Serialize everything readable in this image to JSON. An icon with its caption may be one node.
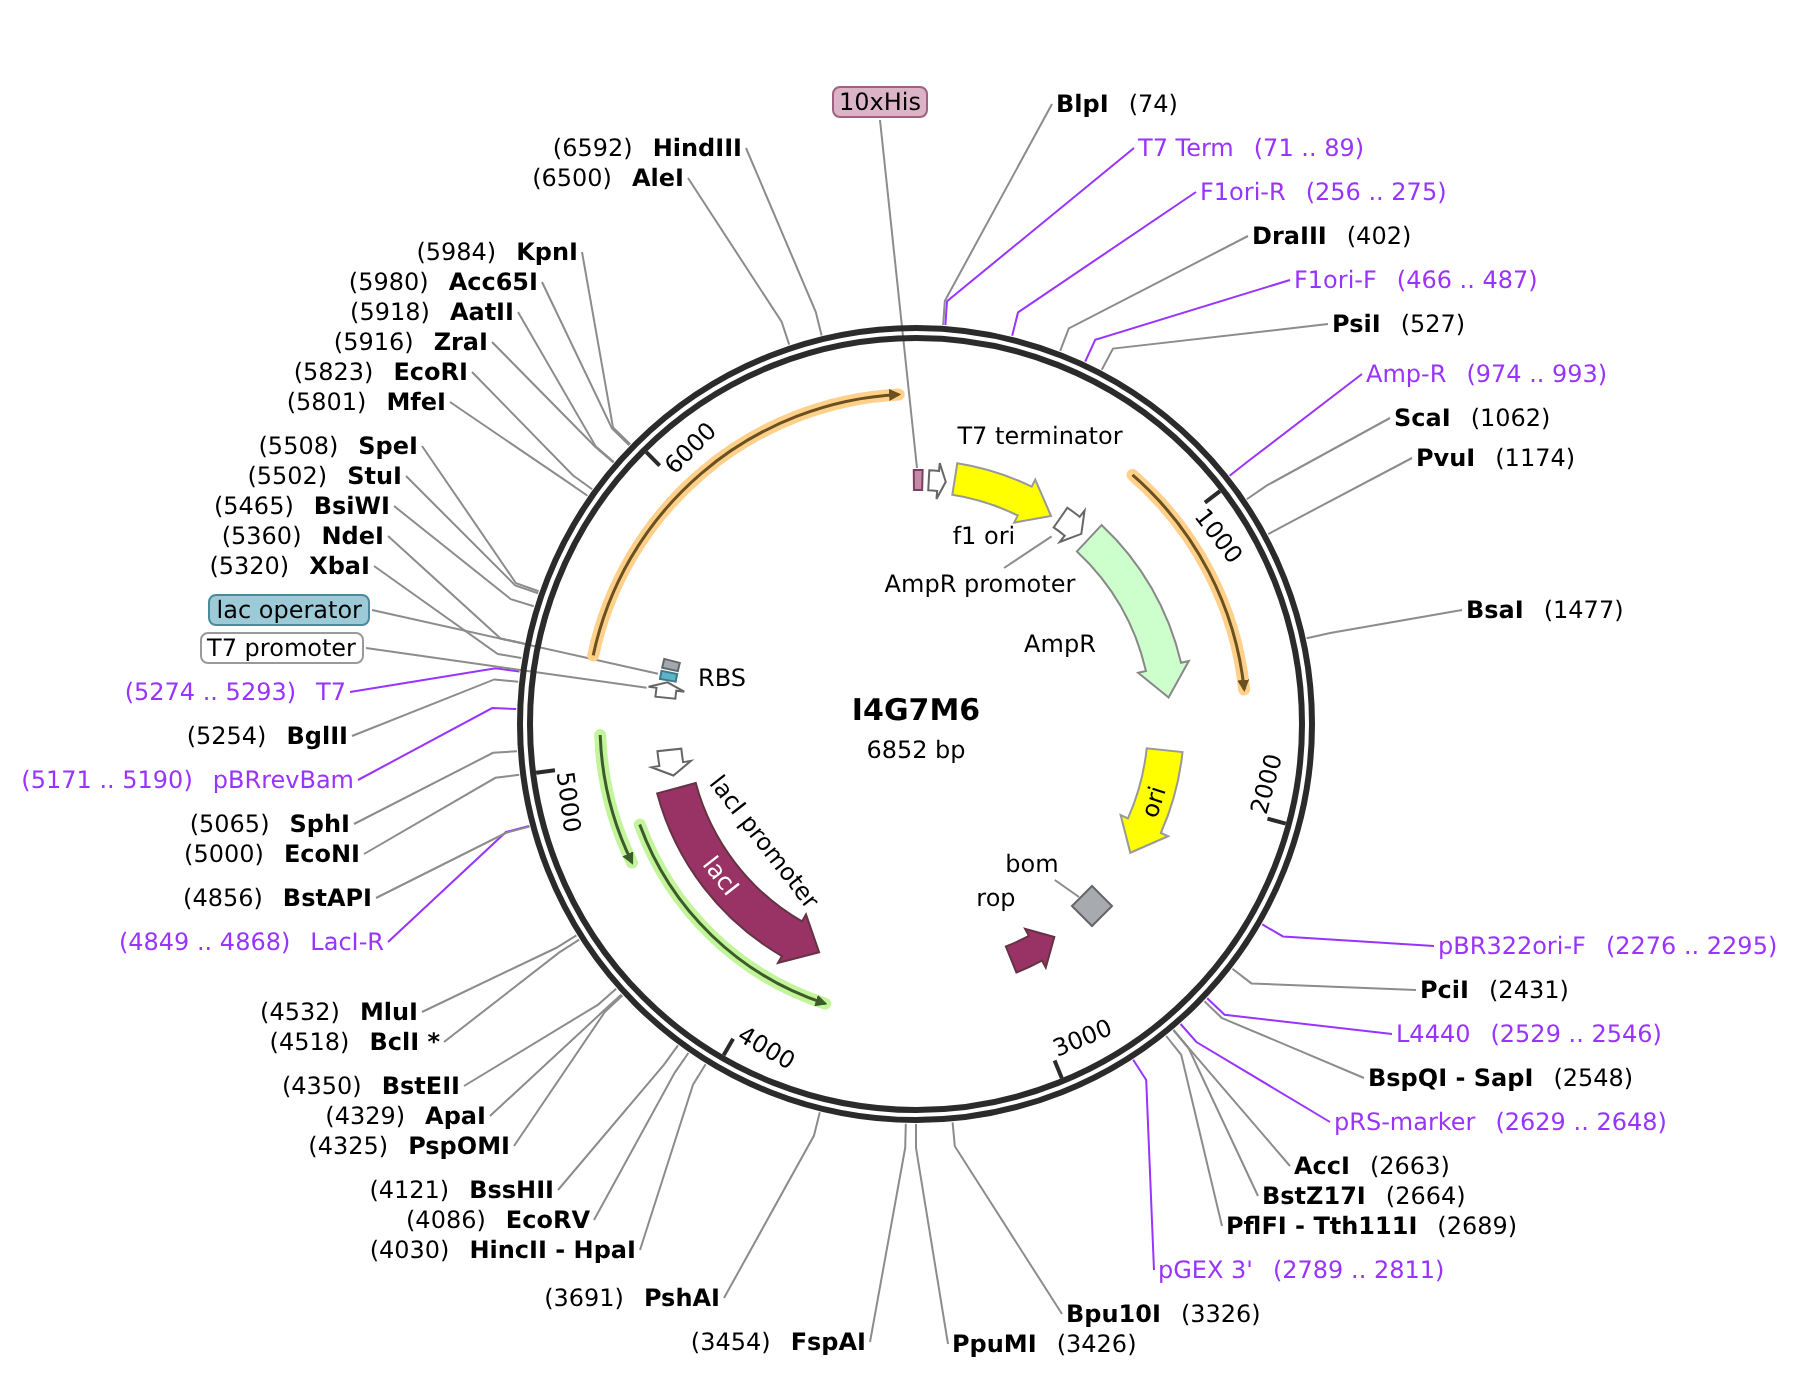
{
  "diagram": {
    "title": "I4G7M6",
    "nodes": [
      {
        "text": [],
        "shape": "circle"
      },
      {
        "text": [
          "10xHis"
        ]
      },
      {
        "text": [
          "BlpI",
          "(74)"
        ]
      },
      {
        "text": [
          "T7 Term",
          "(71 .. 89)"
        ]
      },
      {
        "text": [
          "F1ori-R",
          "(256 .. 275)"
        ]
      },
      {
        "text": [
          "DraIII",
          "(402)"
        ]
      },
      {
        "text": [
          "F1ori-F",
          "(466 .. 487)"
        ]
      },
      {
        "text": [
          "PsiI",
          "(527)"
        ]
      },
      {
        "text": [
          "Amp-R",
          "(974 .. 993)"
        ]
      },
      {
        "text": [
          "ScaI",
          "(1062)"
        ]
      },
      {
        "text": [
          "PvuI",
          "(1174)"
        ]
      },
      {
        "text": [
          "BsaI",
          "(1477)"
        ]
      },
      {
        "text": [
          "pBR322ori-F",
          "(2276 .. 2295)"
        ]
      },
      {
        "text": [
          "PciI",
          "(2431)"
        ]
      },
      {
        "text": [
          "L4440",
          "(2529 .. 2546)"
        ]
      },
      {
        "text": [
          "BspQI - SapI",
          "(2548)"
        ]
      },
      {
        "text": [
          "pRS-marker",
          "(2629 .. 2648)"
        ]
      },
      {
        "text": [
          "AccI",
          "(2663)"
        ]
      },
      {
        "text": [
          "BstZ17I",
          "(2664)"
        ]
      },
      {
        "text": [
          "PflFI - Tth111I",
          "(2689)"
        ]
      },
      {
        "text": [
          "pGEX 3'",
          "(2789 .. 2811)"
        ]
      },
      {
        "text": [
          "Bpu10I",
          "(3326)"
        ]
      },
      {
        "text": [
          "PpuMI",
          "(3426)"
        ]
      },
      {
        "text": [
          "(3454)",
          "FspAI"
        ]
      },
      {
        "text": [
          "(3691)",
          "PshAI"
        ]
      },
      {
        "text": [
          "(4030)",
          "HincII - HpaI"
        ]
      },
      {
        "text": [
          "(4086)",
          "EcoRV"
        ]
      },
      {
        "text": [
          "(4121)",
          "BssHII"
        ]
      },
      {
        "text": [
          "(4325)",
          "PspOMI"
        ]
      },
      {
        "text": [
          "(4329)",
          "ApaI"
        ]
      },
      {
        "text": [
          "(4350)",
          "BstEII"
        ]
      },
      {
        "text": [
          "(4518)",
          "BclI *"
        ]
      },
      {
        "text": [
          "(4532)",
          "MluI"
        ]
      },
      {
        "text": [
          "(4849 .. 4868)",
          "LacI-R"
        ]
      },
      {
        "text": [
          "(4856)",
          "BstAPI"
        ]
      },
      {
        "text": [
          "(5000)",
          "EcoNI"
        ]
      },
      {
        "text": [
          "(5065)",
          "SphI"
        ]
      },
      {
        "text": [
          "(5171 .. 5190)",
          "pBRrevBam"
        ]
      },
      {
        "text": [
          "(5254)",
          "BglII"
        ]
      },
      {
        "text": [
          "(5274 .. 5293)",
          "T7"
        ]
      },
      {
        "text": [
          "T7 promoter"
        ]
      },
      {
        "text": [
          "lac operator"
        ]
      },
      {
        "text": [
          "(5320)",
          "XbaI"
        ]
      },
      {
        "text": [
          "(5360)",
          "NdeI"
        ]
      },
      {
        "text": [
          "(5465)",
          "BsiWI"
        ]
      },
      {
        "text": [
          "(5502)",
          "StuI"
        ]
      },
      {
        "text": [
          "(5508)",
          "SpeI"
        ]
      },
      {
        "text": [
          "(5801)",
          "MfeI"
        ]
      },
      {
        "text": [
          "(5823)",
          "EcoRI"
        ]
      },
      {
        "text": [
          "(5916)",
          "ZraI"
        ]
      },
      {
        "text": [
          "(5918)",
          "AatII"
        ]
      },
      {
        "text": [
          "(5980)",
          "Acc65I"
        ]
      },
      {
        "text": [
          "(5984)",
          "KpnI"
        ]
      },
      {
        "text": [
          "(6500)",
          "AleI"
        ]
      },
      {
        "text": [
          "(6592)",
          "HindIII"
        ]
      },
      {
        "text": [
          "T7 terminator"
        ],
        "in": 0
      },
      {
        "text": [
          "f1 ori"
        ],
        "in": 0
      },
      {
        "text": [
          "AmpR promoter"
        ],
        "in": 0
      },
      {
        "text": [
          "AmpR"
        ],
        "in": 0
      },
      {
        "text": [
          "ori"
        ],
        "in": 0
      },
      {
        "text": [
          "bom"
        ],
        "in": 0
      },
      {
        "text": [
          "rop"
        ],
        "in": 0
      },
      {
        "text": [
          "lacI promoter"
        ],
        "in": 0
      },
      {
        "text": [
          "lacI"
        ],
        "in": 0
      },
      {
        "text": [
          "RBS"
        ],
        "in": 0
      },
      {
        "text": [],
        "shape": "box",
        "in": 0
      },
      {
        "text": [],
        "shape": "arrow",
        "in": 0
      },
      {
        "text": [],
        "shape": "diamond",
        "in": 0
      },
      {
        "text": [],
        "shape": "box",
        "in": 0
      },
      {
        "text": [],
        "shape": "arrow",
        "in": 0
      }
    ],
    "edges": [
      {
        "from": 2,
        "to": 0,
        "arrow": "none"
      },
      {
        "from": 3,
        "to": 0,
        "arrow": "none",
        "color": "#9933ff"
      },
      {
        "from": 4,
        "to": 0,
        "arrow": "none",
        "color": "#9933ff"
      },
      {
        "from": 5,
        "to": 0,
        "arrow": "none"
      },
      {
        "from": 6,
        "to": 0,
        "arrow": "none",
        "color": "#9933ff"
      },
      {
        "from": 7,
        "to": 0,
        "arrow": "none"
      },
      {
        "from": 8,
        "to": 0,
        "arrow": "none",
        "color": "#9933ff"
      },
      {
        "from": 9,
        "to": 0,
        "arrow": "none"
      },
      {
        "from": 10,
        "to": 0,
        "arrow": "none"
      },
      {
        "from": 11,
        "to": 0,
        "arrow": "none"
      },
      {
        "from": 12,
        "to": 0,
        "arrow": "none",
        "color": "#9933ff"
      },
      {
        "from": 13,
        "to": 0,
        "arrow": "none"
      },
      {
        "from": 14,
        "to": 0,
        "arrow": "none",
        "color": "#9933ff"
      },
      {
        "from": 15,
        "to": 0,
        "arrow": "none"
      },
      {
        "from": 16,
        "to": 0,
        "arrow": "none",
        "color": "#9933ff"
      },
      {
        "from": 17,
        "to": 0,
        "arrow": "none"
      },
      {
        "from": 18,
        "to": 0,
        "arrow": "none"
      },
      {
        "from": 19,
        "to": 0,
        "arrow": "none"
      },
      {
        "from": 20,
        "to": 0,
        "arrow": "none",
        "color": "#9933ff"
      },
      {
        "from": 21,
        "to": 0,
        "arrow": "none"
      },
      {
        "from": 22,
        "to": 0,
        "arrow": "none"
      },
      {
        "from": 23,
        "to": 0,
        "arrow": "none"
      },
      {
        "from": 24,
        "to": 0,
        "arrow": "none"
      },
      {
        "from": 25,
        "to": 0,
        "arrow": "none"
      },
      {
        "from": 26,
        "to": 0,
        "arrow": "none"
      },
      {
        "from": 27,
        "to": 0,
        "arrow": "none"
      },
      {
        "from": 28,
        "to": 0,
        "arrow": "none"
      },
      {
        "from": 29,
        "to": 0,
        "arrow": "none"
      },
      {
        "from": 30,
        "to": 0,
        "arrow": "none"
      },
      {
        "from": 31,
        "to": 0,
        "arrow": "none"
      },
      {
        "from": 32,
        "to": 0,
        "arrow": "none"
      },
      {
        "from": 33,
        "to": 0,
        "arrow": "none",
        "color": "#9933ff"
      },
      {
        "from": 34,
        "to": 0,
        "arrow": "none"
      },
      {
        "from": 35,
        "to": 0,
        "arrow": "none"
      },
      {
        "from": 36,
        "to": 0,
        "arrow": "none"
      },
      {
        "from": 37,
        "to": 0,
        "arrow": "none",
        "color": "#9933ff"
      },
      {
        "from": 38,
        "to": 0,
        "arrow": "none"
      },
      {
        "from": 39,
        "to": 0,
        "arrow": "none",
        "color": "#9933ff"
      },
      {
        "from": 42,
        "to": 0,
        "arrow": "none"
      },
      {
        "from": 43,
        "to": 0,
        "arrow": "none"
      },
      {
        "from": 44,
        "to": 0,
        "arrow": "none"
      },
      {
        "from": 45,
        "to": 0,
        "arrow": "none"
      },
      {
        "from": 46,
        "to": 0,
        "arrow": "none"
      },
      {
        "from": 47,
        "to": 0,
        "arrow": "none"
      },
      {
        "from": 48,
        "to": 0,
        "arrow": "none"
      },
      {
        "from": 49,
        "to": 0,
        "arrow": "none"
      },
      {
        "from": 50,
        "to": 0,
        "arrow": "none"
      },
      {
        "from": 51,
        "to": 0,
        "arrow": "none"
      },
      {
        "from": 52,
        "to": 0,
        "arrow": "none"
      },
      {
        "from": 53,
        "to": 0,
        "arrow": "none"
      },
      {
        "from": 54,
        "to": 0,
        "arrow": "none"
      },
      {
        "from": 1,
        "to": 65,
        "arrow": "none"
      },
      {
        "from": 57,
        "to": 66,
        "arrow": "none"
      },
      {
        "from": 60,
        "to": 67,
        "arrow": "none"
      },
      {
        "from": 41,
        "to": 68,
        "arrow": "none"
      },
      {
        "from": 40,
        "to": 69,
        "arrow": "none"
      }
    ],
    "labels": [
      "1000",
      "2000",
      "3000",
      "4000",
      "5000",
      "6000",
      "6852 bp"
    ]
  }
}
